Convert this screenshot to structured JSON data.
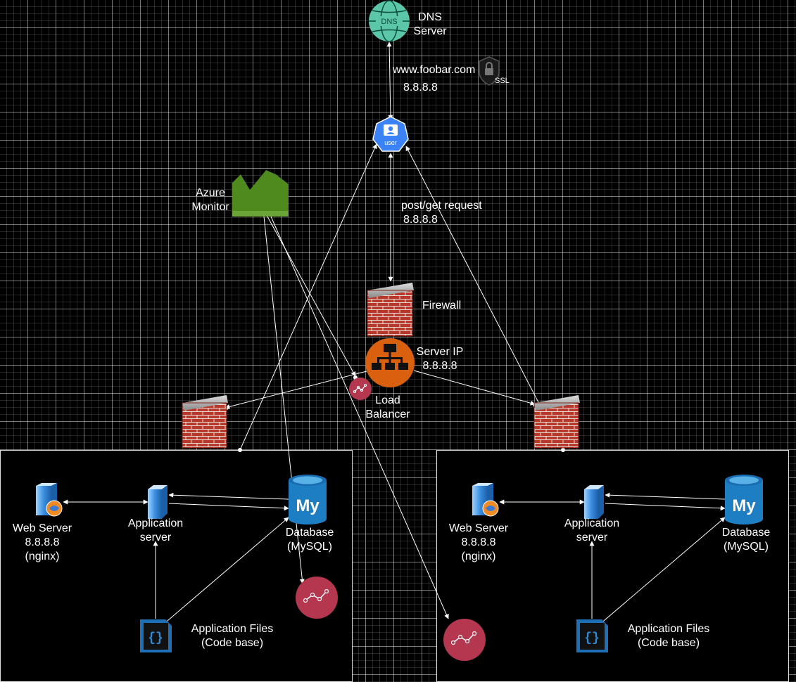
{
  "colors": {
    "dns": "#5cc6a8",
    "user": "#3b82f6",
    "firewall": "#b8392b",
    "load_balancer": "#d8600f",
    "monitor": "#4f8a1f",
    "insights": "#b5364f",
    "mysql": "#1d7ec4",
    "server": "#2f8ad8",
    "code": "#1e6fb5",
    "edge": "#ffffff"
  },
  "nodes": {
    "dns": {
      "icon": "dns-globe-icon",
      "icon_text": "DNS",
      "label": "DNS\nServer"
    },
    "domain": {
      "label": "www.foobar.com",
      "ip": "8.8.8.8"
    },
    "ssl": {
      "icon": "lock-shield-icon",
      "label": "SSL"
    },
    "user": {
      "icon": "user-icon",
      "icon_text": "user"
    },
    "request": {
      "label": "post/get request",
      "ip": "8.8.8.8"
    },
    "azure_monitor": {
      "icon": "azure-monitor-icon",
      "label": "Azure\nMonitor"
    },
    "firewall_main": {
      "icon": "firewall-icon",
      "label": "Firewall"
    },
    "load_balancer": {
      "icon": "load-balancer-icon",
      "label": "Load\nBalancer",
      "server_ip_label": "Server IP\n8.8.8.8"
    },
    "firewall_left": {
      "icon": "firewall-icon"
    },
    "firewall_right": {
      "icon": "firewall-icon"
    },
    "lb_insights": {
      "icon": "app-insights-icon"
    },
    "cluster_left": {
      "web_server": {
        "icon": "web-server-icon",
        "label": "Web Server\n8.8.8.8\n(nginx)"
      },
      "app_server": {
        "icon": "app-server-icon",
        "label": "Application\nserver"
      },
      "database": {
        "icon": "mysql-icon",
        "icon_text": "My",
        "label": "Database\n(MySQL)"
      },
      "app_files": {
        "icon": "code-file-icon",
        "icon_text": "{}",
        "label": "Application Files\n(Code base)"
      },
      "insights": {
        "icon": "app-insights-icon"
      }
    },
    "cluster_right": {
      "web_server": {
        "icon": "web-server-icon",
        "label": "Web Server\n8.8.8.8\n(nginx)"
      },
      "app_server": {
        "icon": "app-server-icon",
        "label": "Application\nserver"
      },
      "database": {
        "icon": "mysql-icon",
        "icon_text": "My",
        "label": "Database\n(MySQL)"
      },
      "app_files": {
        "icon": "code-file-icon",
        "icon_text": "{}",
        "label": "Application Files\n(Code base)"
      },
      "insights": {
        "icon": "app-insights-icon"
      }
    }
  }
}
